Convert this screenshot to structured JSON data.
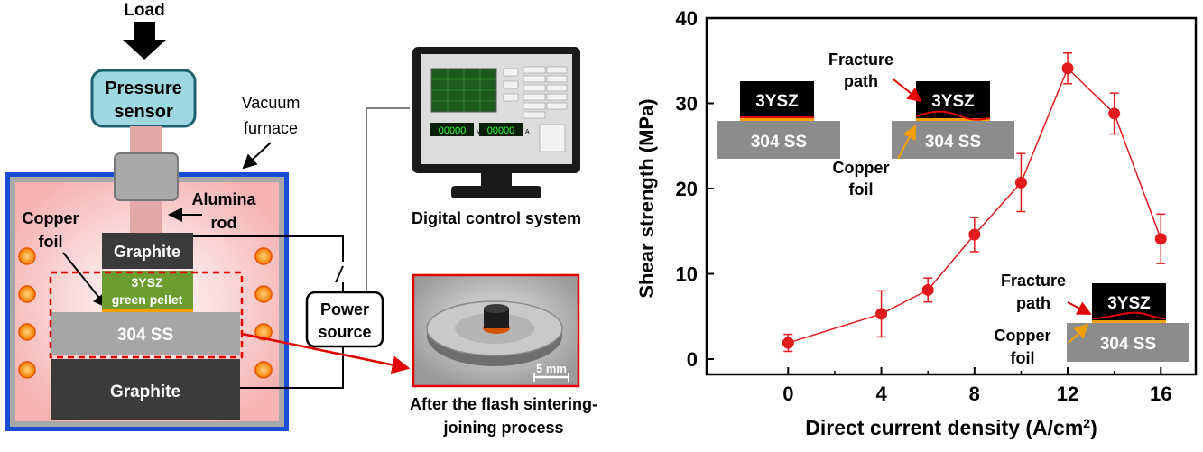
{
  "schematic": {
    "load": "Load",
    "pressure_sensor": [
      "Pressure",
      "sensor"
    ],
    "vacuum_furnace": [
      "Vacuum",
      "furnace"
    ],
    "alumina_rod": [
      "Alumina",
      "rod"
    ],
    "copper_foil": [
      "Copper",
      "foil"
    ],
    "graphite_top": "Graphite",
    "pellet": [
      "3YSZ",
      "green pellet"
    ],
    "steel": "304 SS",
    "graphite_bottom": "Graphite",
    "power_source": [
      "Power",
      "source"
    ],
    "control_system": "Digital control system",
    "monitor_readout": [
      "00000",
      "V",
      "00000",
      "A"
    ],
    "photo_caption": [
      "After the flash sintering-",
      "joining process"
    ],
    "scale_bar": "5 mm"
  },
  "insets": {
    "ysz": "3YSZ",
    "ss": "304 SS",
    "fracture_path": [
      "Fracture",
      "path"
    ],
    "copper_foil": [
      "Copper",
      "foil"
    ]
  },
  "chart_data": {
    "type": "scatter",
    "xlabel": "Direct current density (A/cm²)",
    "ylabel": "Shear strength (MPa)",
    "x_ticks": [
      0,
      4,
      8,
      12,
      16
    ],
    "y_ticks": [
      0,
      10,
      20,
      30,
      40
    ],
    "xlim": [
      -3.5,
      17.5
    ],
    "ylim": [
      -1.8,
      40
    ],
    "grid": false,
    "series": [
      {
        "x": [
          0,
          4,
          6,
          8,
          10,
          12,
          14,
          16
        ],
        "y": [
          1.9,
          5.3,
          8.1,
          14.6,
          20.7,
          34.1,
          28.8,
          14.1
        ],
        "error": [
          1.0,
          2.7,
          1.4,
          2.0,
          3.4,
          1.8,
          2.4,
          2.9
        ],
        "color": "#e31a1c"
      }
    ]
  }
}
